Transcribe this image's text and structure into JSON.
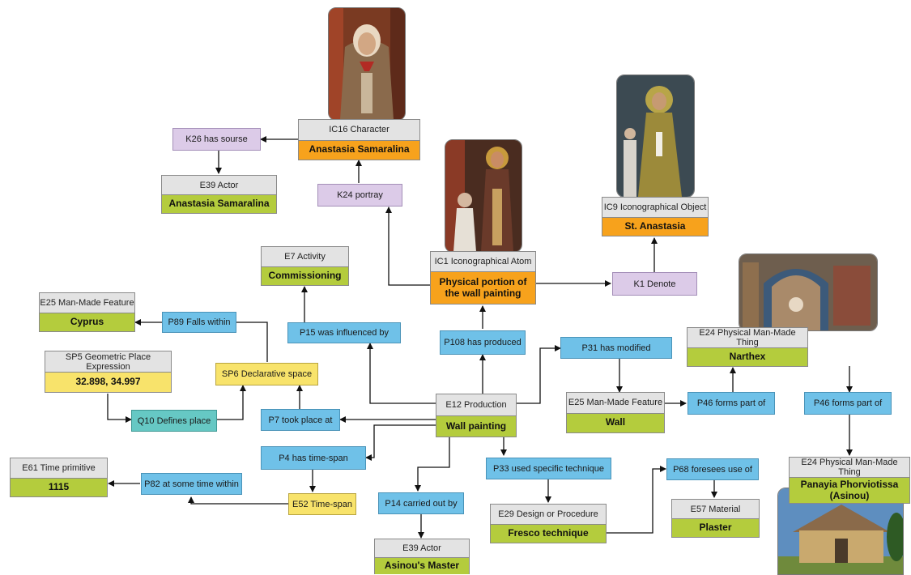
{
  "entities": {
    "ic16": {
      "header": "IC16 Character",
      "value": "Anastasia Samaralina"
    },
    "e39a": {
      "header": "E39 Actor",
      "value": "Anastasia Samaralina"
    },
    "ic1": {
      "header": "IC1 Iconographical Atom",
      "value": "Physical portion of the wall painting"
    },
    "ic9": {
      "header": "IC9 Iconographical Object",
      "value": "St. Anastasia"
    },
    "e7": {
      "header": "E7 Activity",
      "value": "Commissioning"
    },
    "e25a": {
      "header": "E25 Man-Made Feature",
      "value": "Cyprus"
    },
    "sp5": {
      "header": "SP5 Geometric Place Expression",
      "value": "32.898, 34.997"
    },
    "e24a": {
      "header": "E24 Physical Man-Made Thing",
      "value": "Narthex"
    },
    "e12": {
      "header": "E12 Production",
      "value": "Wall painting"
    },
    "e25b": {
      "header": "E25 Man-Made Feature",
      "value": "Wall"
    },
    "e61": {
      "header": "E61 Time primitive",
      "value": "1115"
    },
    "e29": {
      "header": "E29 Design or Procedure",
      "value": "Fresco technique"
    },
    "e57": {
      "header": "E57 Material",
      "value": "Plaster"
    },
    "e24b": {
      "header": "E24 Physical Man-Made Thing",
      "value": "Panayia Phorviotissa (Asinou)"
    },
    "e39b": {
      "header": "E39 Actor",
      "value": "Asinou's Master"
    }
  },
  "relations": {
    "k26": "K26 has sourse",
    "k24": "K24 portray",
    "k1": "K1 Denote",
    "p89": "P89 Falls within",
    "p15": "P15 was influenced by",
    "p108": "P108 has produced",
    "p31": "P31 has modified",
    "sp6": "SP6 Declarative space",
    "q10": "Q10 Defines place",
    "p7": "P7 took place at",
    "p46a": "P46 forms part of",
    "p46b": "P46 forms part of",
    "p4": "P4 has time-span",
    "p82": "P82 at some time within",
    "e52": "E52 Time-span",
    "p33": "P33 used specific technique",
    "p68": "P68 foresees use of",
    "p14": "P14 carried out by"
  },
  "colors": {
    "green": "#b4cc3d",
    "orange": "#f7a21c",
    "yellow": "#f8e36b",
    "blue": "#6fc1e8",
    "pink": "#dccbe8",
    "teal": "#66c8c4",
    "grey_header": "#e3e3e3"
  },
  "images": [
    "fresco-portrait-anastasia-samaralina",
    "fresco-saint-and-donor",
    "fresco-saint-anastasia",
    "fresco-narthex-interior",
    "asinou-church-photo"
  ]
}
